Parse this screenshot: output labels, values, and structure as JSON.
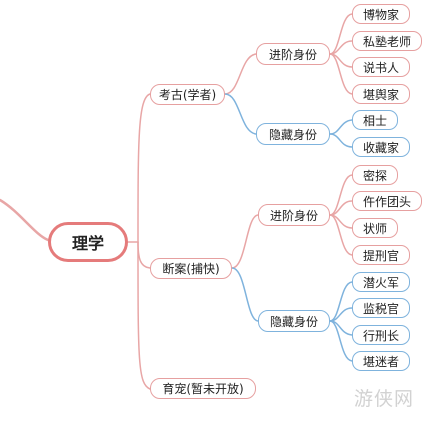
{
  "root": {
    "label": "理学"
  },
  "branches": {
    "archaeology": {
      "label": "考古(学者)",
      "advanced": {
        "label": "进阶身份",
        "items": [
          "博物家",
          "私塾老师",
          "说书人",
          "堪舆家"
        ]
      },
      "hidden": {
        "label": "隐藏身份",
        "items": [
          "相士",
          "收藏家"
        ]
      }
    },
    "case": {
      "label": "断案(捕快)",
      "advanced": {
        "label": "进阶身份",
        "items": [
          "密探",
          "仵作团头",
          "状师",
          "提刑官"
        ]
      },
      "hidden": {
        "label": "隐藏身份",
        "items": [
          "潜火军",
          "监税官",
          "行刑长",
          "堪迷者"
        ]
      }
    },
    "pet": {
      "label": "育宠(暂未开放)"
    }
  },
  "watermark": "游侠网",
  "colors": {
    "warm_line": "#e8a6a6",
    "root_border": "#e57b7b",
    "hidden_line": "#7fb3dd"
  }
}
